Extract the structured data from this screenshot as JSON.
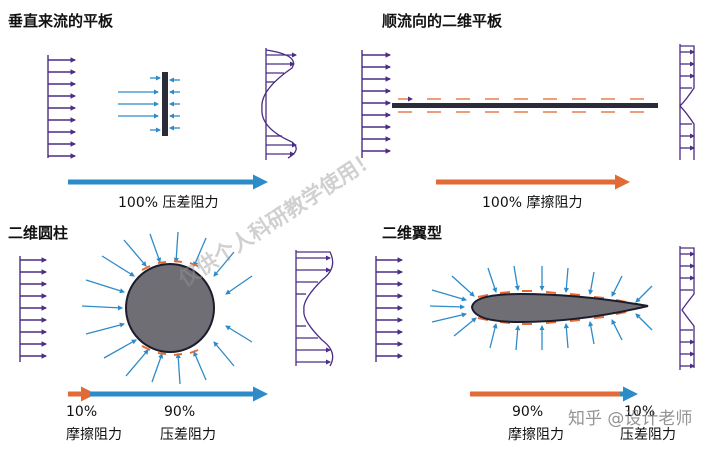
{
  "panels": {
    "perpendicular": {
      "title": "垂直来流的平板",
      "label": "100% 压差阻力"
    },
    "parallel": {
      "title": "顺流向的二维平板",
      "label": "100% 摩擦阻力"
    },
    "cylinder": {
      "title": "二维圆柱",
      "friction_pct": "10%",
      "friction_label": "摩擦阻力",
      "pressure_pct": "90%",
      "pressure_label": "压差阻力"
    },
    "airfoil": {
      "title": "二维翼型",
      "friction_pct": "90%",
      "friction_label": "摩擦阻力",
      "pressure_pct": "10%",
      "pressure_label": "压差阻力"
    }
  },
  "watermark": {
    "text": "仅供个人科研教学使用！"
  },
  "brand": {
    "text": "知乎 @设计老师"
  },
  "colors": {
    "flow_arrow": "#4b2d83",
    "pressure_blue": "#2e8bc9",
    "friction_orange": "#e26a36",
    "body_grey": "#6e6e74",
    "outline": "#1c1c2c"
  }
}
